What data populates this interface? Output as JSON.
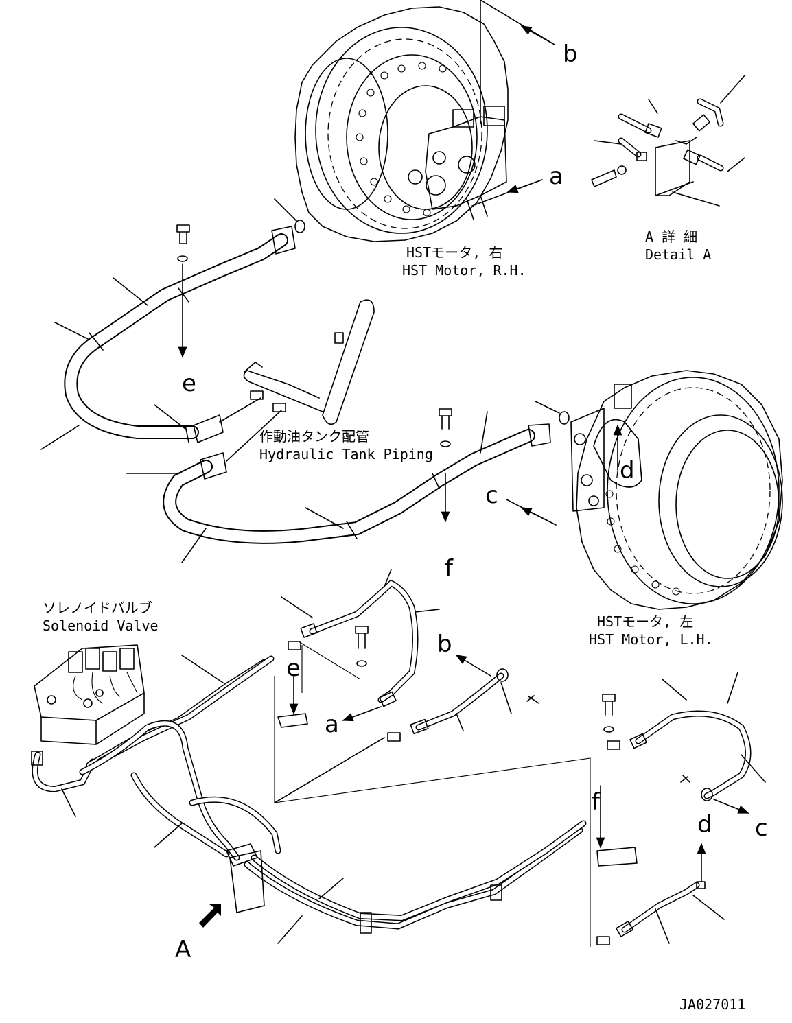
{
  "labels": {
    "hst_motor_rh_jp": "HSTモータ, 右",
    "hst_motor_rh_en": "HST Motor, R.H.",
    "detail_a_jp": "A 詳 細",
    "detail_a_en": "Detail A",
    "hydraulic_tank_jp": "作動油タンク配管",
    "hydraulic_tank_en": "Hydraulic Tank Piping",
    "solenoid_jp": "ソレノイドバルブ",
    "solenoid_en": "Solenoid Valve",
    "hst_motor_lh_jp": "HSTモータ, 左",
    "hst_motor_lh_en": "HST Motor, L.H.",
    "drawing_code": "JA027011"
  },
  "callouts": {
    "a": "a",
    "b": "b",
    "c": "c",
    "d": "d",
    "e": "e",
    "f": "f",
    "view_a": "A"
  }
}
